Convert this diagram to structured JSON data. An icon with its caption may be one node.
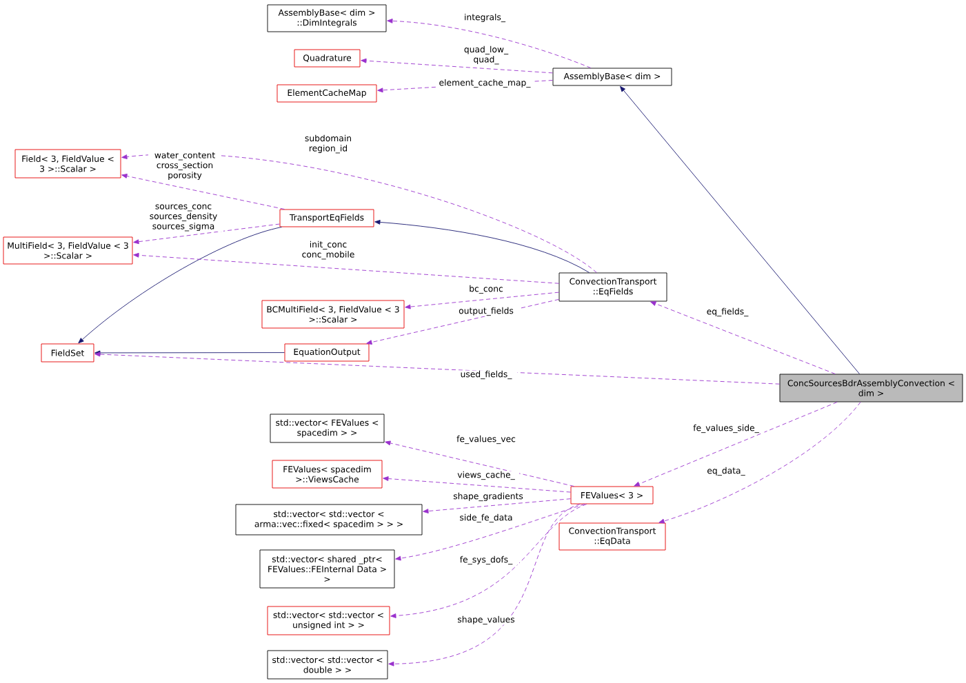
{
  "diagram": {
    "nodes": [
      {
        "text": [
          "AssemblyBase< dim > ::DimIntegrals"
        ]
      },
      {
        "text": [
          "Quadrature"
        ]
      },
      {
        "text": [
          "ElementCacheMap"
        ]
      },
      {
        "text": [
          "AssemblyBase< dim >"
        ]
      },
      {
        "text": [
          "Field< 3, FieldValue < 3 >::Scalar >"
        ]
      },
      {
        "text": [
          "TransportEqFields"
        ]
      },
      {
        "text": [
          "MultiField< 3, FieldValue < 3 >::Scalar >"
        ]
      },
      {
        "text": [
          "ConvectionTransport ::EqFields"
        ]
      },
      {
        "text": [
          "BCMultiField< 3, FieldValue < 3 >::Scalar >"
        ]
      },
      {
        "text": [
          "FieldSet"
        ]
      },
      {
        "text": [
          "EquationOutput"
        ]
      },
      {
        "text": [
          "ConcSourcesBdrAssemblyConvection < dim >"
        ]
      },
      {
        "text": [
          "std::vector< FEValues < spacedim > >"
        ]
      },
      {
        "text": [
          "FEValues< spacedim >::ViewsCache"
        ]
      },
      {
        "text": [
          "std::vector< std::vector < arma::vec::fixed< spacedim > > >"
        ]
      },
      {
        "text": [
          "std::vector< shared _ptr< FEValues::FEInternal Data > >"
        ]
      },
      {
        "text": [
          "std::vector< std::vector < unsigned int > >"
        ]
      },
      {
        "text": [
          "std::vector< std::vector < double > >"
        ]
      },
      {
        "text": [
          "FEValues< 3 >"
        ]
      },
      {
        "text": [
          "ConvectionTransport ::EqData"
        ]
      }
    ],
    "edges": [
      {
        "from": 3,
        "to": 0,
        "arrow": "to",
        "label": "integrals_",
        "style": "dashed"
      },
      {
        "from": 3,
        "to": 1,
        "arrow": "to",
        "label": "quad_low_ quad_",
        "style": "dashed"
      },
      {
        "from": 3,
        "to": 2,
        "arrow": "to",
        "label": "element_cache_map_",
        "style": "dashed"
      },
      {
        "from": 7,
        "to": 4,
        "arrow": "to",
        "label": "subdomain region_id",
        "style": "dashed"
      },
      {
        "from": 5,
        "to": 4,
        "arrow": "to",
        "label": "water_content cross_section porosity",
        "style": "dashed"
      },
      {
        "from": 5,
        "to": 6,
        "arrow": "to",
        "label": "sources_conc sources_density sources_sigma",
        "style": "dashed"
      },
      {
        "from": 5,
        "to": 9,
        "arrow": "to",
        "color": "#191970"
      },
      {
        "from": 7,
        "to": 5,
        "arrow": "to",
        "color": "#191970"
      },
      {
        "from": 7,
        "to": 6,
        "arrow": "to",
        "label": "init_conc conc_mobile",
        "style": "dashed"
      },
      {
        "from": 7,
        "to": 8,
        "arrow": "to",
        "label": "bc_conc",
        "style": "dashed"
      },
      {
        "from": 7,
        "to": 10,
        "arrow": "to",
        "label": "output_fields",
        "style": "dashed"
      },
      {
        "from": 10,
        "to": 9,
        "arrow": "to",
        "color": "#191970"
      },
      {
        "from": 11,
        "to": 3,
        "arrow": "to",
        "color": "#191970"
      },
      {
        "from": 11,
        "to": 7,
        "arrow": "to",
        "label": "eq_fields_",
        "style": "dashed"
      },
      {
        "from": 11,
        "to": 9,
        "arrow": "to",
        "label": "used_fields_",
        "style": "dashed"
      },
      {
        "from": 11,
        "to": 18,
        "arrow": "to",
        "label": "fe_values_side_",
        "style": "dashed"
      },
      {
        "from": 11,
        "to": 19,
        "arrow": "to",
        "label": "eq_data_",
        "style": "dashed"
      },
      {
        "from": 18,
        "to": 12,
        "arrow": "to",
        "label": "fe_values_vec",
        "style": "dashed"
      },
      {
        "from": 18,
        "to": 13,
        "arrow": "to",
        "label": "views_cache_",
        "style": "dashed"
      },
      {
        "from": 18,
        "to": 14,
        "arrow": "to",
        "label": "shape_gradients",
        "style": "dashed"
      },
      {
        "from": 18,
        "to": 15,
        "arrow": "to",
        "label": "side_fe_data",
        "style": "dashed"
      },
      {
        "from": 18,
        "to": 16,
        "arrow": "to",
        "label": "fe_sys_dofs_",
        "style": "dashed"
      },
      {
        "from": 18,
        "to": 17,
        "arrow": "to",
        "label": "shape_values",
        "style": "dashed"
      }
    ]
  }
}
